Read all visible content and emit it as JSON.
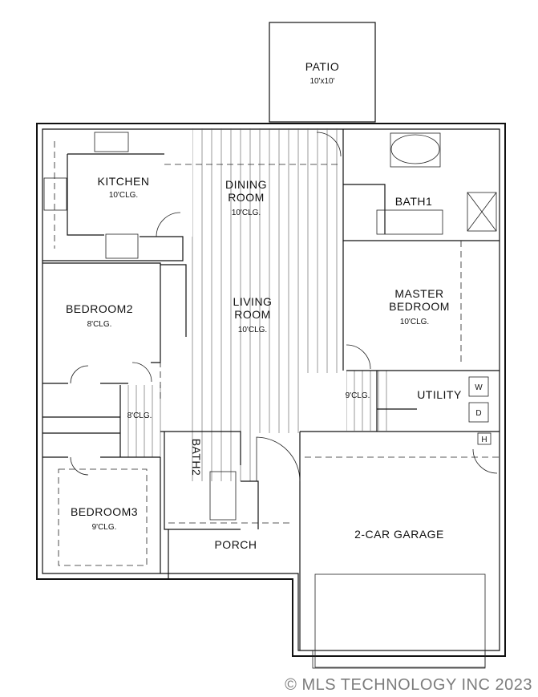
{
  "rooms": {
    "patio": {
      "name": "PATIO",
      "dims": "10'x10'"
    },
    "kitchen": {
      "name": "KITCHEN",
      "ceiling": "10'CLG."
    },
    "dining": {
      "name_line1": "DINING",
      "name_line2": "ROOM",
      "ceiling": "10'CLG."
    },
    "bath1": {
      "name": "BATH1"
    },
    "living": {
      "name_line1": "LIVING",
      "name_line2": "ROOM",
      "ceiling": "10'CLG."
    },
    "master": {
      "name_line1": "MASTER",
      "name_line2": "BEDROOM",
      "ceiling": "10'CLG."
    },
    "bedroom2": {
      "name": "BEDROOM2",
      "ceiling": "8'CLG."
    },
    "hall": {
      "ceiling": "8'CLG."
    },
    "utility": {
      "name": "UTILITY",
      "ceiling": "9'CLG."
    },
    "bath2": {
      "name": "BATH2"
    },
    "bedroom3": {
      "name": "BEDROOM3",
      "ceiling": "9'CLG."
    },
    "porch": {
      "name": "PORCH"
    },
    "garage": {
      "name": "2-CAR GARAGE"
    }
  },
  "appliances": {
    "washer": "W",
    "dryer": "D",
    "water_heater": "H"
  },
  "watermark": "© MLS TECHNOLOGY INC 2023"
}
